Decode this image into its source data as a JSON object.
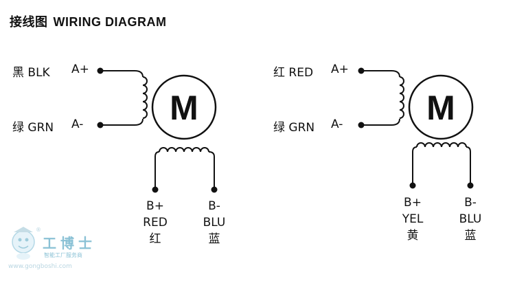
{
  "title": {
    "cn": "接线图",
    "en": "WIRING DIAGRAM"
  },
  "diagrams": [
    {
      "motor_label": "M",
      "coil_a": {
        "top_color": "黑 BLK",
        "top_terminal": "A+",
        "bottom_color": "绿 GRN",
        "bottom_terminal": "A-"
      },
      "coil_b": {
        "left": {
          "terminal": "B+",
          "color_en": "RED",
          "color_cn": "红"
        },
        "right": {
          "terminal": "B-",
          "color_en": "BLU",
          "color_cn": "蓝"
        }
      }
    },
    {
      "motor_label": "M",
      "coil_a": {
        "top_color": "红  RED",
        "top_terminal": "A+",
        "bottom_color": "绿 GRN",
        "bottom_terminal": "A-"
      },
      "coil_b": {
        "left": {
          "terminal": "B+",
          "color_en": "YEL",
          "color_cn": "黄"
        },
        "right": {
          "terminal": "B-",
          "color_en": "BLU",
          "color_cn": "蓝"
        }
      }
    }
  ],
  "watermark": {
    "brand": "工博士",
    "slogan": "智能工厂服务商",
    "url": "www.gongboshi.com",
    "reg_mark": "®"
  }
}
